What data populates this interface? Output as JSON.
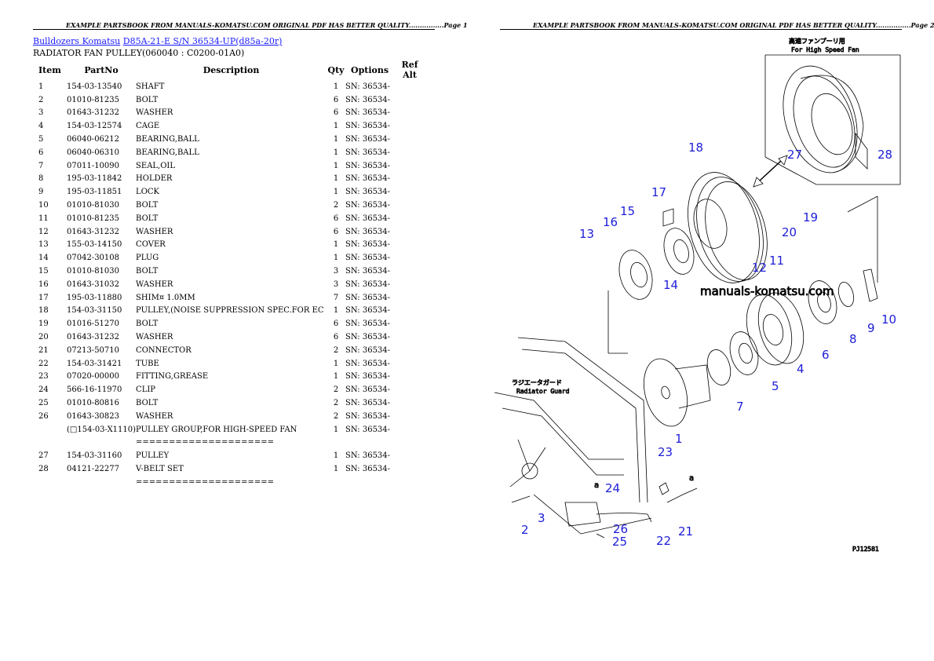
{
  "page1": {
    "header": "EXAMPLE PARTSBOOK FROM MANUALS-KOMATSU.COM ORIGINAL PDF HAS BETTER QUALITY................Page 1"
  },
  "page2": {
    "header": "EXAMPLE PARTSBOOK FROM MANUALS-KOMATSU.COM ORIGINAL PDF HAS BETTER QUALITY................Page 2"
  },
  "breadcrumb": {
    "link1": "Bulldozers Komatsu",
    "link2": "D85A-21-E S/N 36534-UP(d85a-20r)"
  },
  "subtitle": "RADIATOR FAN PULLEY(060040 : C0200-01A0)",
  "columns": {
    "item": "Item",
    "partno": "PartNo",
    "description": "Description",
    "qty": "Qty",
    "options": "Options",
    "refalt": "Ref Alt"
  },
  "rows": [
    {
      "item": "1",
      "part": "154-03-13540",
      "desc": "SHAFT",
      "qty": "1",
      "opt": "SN: 36534-"
    },
    {
      "item": "2",
      "part": "01010-81235",
      "desc": "BOLT",
      "qty": "6",
      "opt": "SN: 36534-"
    },
    {
      "item": "3",
      "part": "01643-31232",
      "desc": "WASHER",
      "qty": "6",
      "opt": "SN: 36534-"
    },
    {
      "item": "4",
      "part": "154-03-12574",
      "desc": "CAGE",
      "qty": "1",
      "opt": "SN: 36534-"
    },
    {
      "item": "5",
      "part": "06040-06212",
      "desc": "BEARING,BALL",
      "qty": "1",
      "opt": "SN: 36534-"
    },
    {
      "item": "6",
      "part": "06040-06310",
      "desc": "BEARING,BALL",
      "qty": "1",
      "opt": "SN: 36534-"
    },
    {
      "item": "7",
      "part": "07011-10090",
      "desc": "SEAL,OIL",
      "qty": "1",
      "opt": "SN: 36534-"
    },
    {
      "item": "8",
      "part": "195-03-11842",
      "desc": "HOLDER",
      "qty": "1",
      "opt": "SN: 36534-"
    },
    {
      "item": "9",
      "part": "195-03-11851",
      "desc": "LOCK",
      "qty": "1",
      "opt": "SN: 36534-"
    },
    {
      "item": "10",
      "part": "01010-81030",
      "desc": "BOLT",
      "qty": "2",
      "opt": "SN: 36534-"
    },
    {
      "item": "11",
      "part": "01010-81235",
      "desc": "BOLT",
      "qty": "6",
      "opt": "SN: 36534-"
    },
    {
      "item": "12",
      "part": "01643-31232",
      "desc": "WASHER",
      "qty": "6",
      "opt": "SN: 36534-"
    },
    {
      "item": "13",
      "part": "155-03-14150",
      "desc": "COVER",
      "qty": "1",
      "opt": "SN: 36534-"
    },
    {
      "item": "14",
      "part": "07042-30108",
      "desc": "PLUG",
      "qty": "1",
      "opt": "SN: 36534-"
    },
    {
      "item": "15",
      "part": "01010-81030",
      "desc": "BOLT",
      "qty": "3",
      "opt": "SN: 36534-"
    },
    {
      "item": "16",
      "part": "01643-31032",
      "desc": "WASHER",
      "qty": "3",
      "opt": "SN: 36534-"
    },
    {
      "item": "17",
      "part": "195-03-11880",
      "desc": "SHIM¤ 1.0MM",
      "qty": "7",
      "opt": "SN: 36534-"
    },
    {
      "item": "18",
      "part": "154-03-31150",
      "desc": "PULLEY,(NOISE SUPPRESSION SPEC.FOR EC",
      "qty": "1",
      "opt": "SN: 36534-"
    },
    {
      "item": "19",
      "part": "01016-51270",
      "desc": "BOLT",
      "qty": "6",
      "opt": "SN: 36534-"
    },
    {
      "item": "20",
      "part": "01643-31232",
      "desc": "WASHER",
      "qty": "6",
      "opt": "SN: 36534-"
    },
    {
      "item": "21",
      "part": "07213-50710",
      "desc": "CONNECTOR",
      "qty": "2",
      "opt": "SN: 36534-"
    },
    {
      "item": "22",
      "part": "154-03-31421",
      "desc": "TUBE",
      "qty": "1",
      "opt": "SN: 36534-"
    },
    {
      "item": "23",
      "part": "07020-00000",
      "desc": "FITTING,GREASE",
      "qty": "1",
      "opt": "SN: 36534-"
    },
    {
      "item": "24",
      "part": "566-16-11970",
      "desc": "CLIP",
      "qty": "2",
      "opt": "SN: 36534-"
    },
    {
      "item": "25",
      "part": "01010-80816",
      "desc": "BOLT",
      "qty": "2",
      "opt": "SN: 36534-"
    },
    {
      "item": "26",
      "part": "01643-30823",
      "desc": "WASHER",
      "qty": "2",
      "opt": "SN: 36534-"
    },
    {
      "item": "",
      "part": "(□154-03-X1110)",
      "desc": "PULLEY GROUP,FOR HIGH-SPEED FAN",
      "qty": "1",
      "opt": "SN: 36534-"
    },
    {
      "item": "",
      "part": "",
      "desc": "=====================",
      "qty": "",
      "opt": ""
    },
    {
      "item": "27",
      "part": "154-03-31160",
      "desc": "PULLEY",
      "qty": "1",
      "opt": "SN: 36534-"
    },
    {
      "item": "28",
      "part": "04121-22277",
      "desc": "V-BELT SET",
      "qty": "1",
      "opt": "SN: 36534-"
    },
    {
      "item": "",
      "part": "",
      "desc": "=====================",
      "qty": "",
      "opt": ""
    }
  ],
  "diagram": {
    "watermark": "manuals-komatsu.com",
    "jp_fan": "高速ファンプーリ用",
    "en_fan": "For High Speed Fan",
    "jp_guard": "ラジエータガード",
    "en_guard": "Radiator Guard",
    "code": "PJ12581",
    "letter_a": "a",
    "callouts": [
      "1",
      "2",
      "3",
      "4",
      "5",
      "6",
      "7",
      "8",
      "9",
      "10",
      "11",
      "12",
      "13",
      "14",
      "15",
      "16",
      "17",
      "18",
      "19",
      "20",
      "21",
      "22",
      "23",
      "24",
      "25",
      "26",
      "27",
      "28"
    ]
  }
}
